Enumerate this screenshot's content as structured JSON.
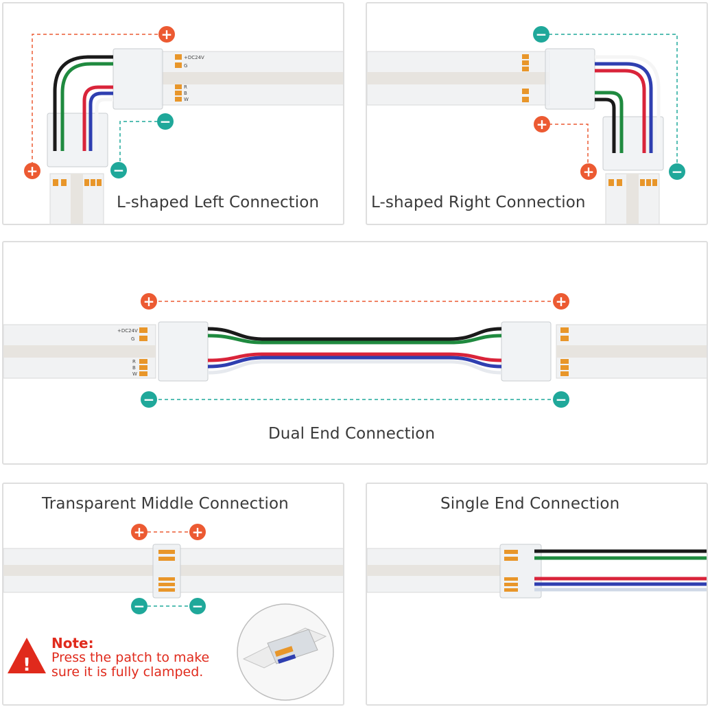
{
  "panels": {
    "l_left": {
      "title": "L-shaped Left Connection"
    },
    "l_right": {
      "title": "L-shaped Right Connection"
    },
    "dual": {
      "title": "Dual End Connection"
    },
    "middle": {
      "title": "Transparent Middle Connection"
    },
    "single": {
      "title": "Single End Connection"
    }
  },
  "note": {
    "heading": "Note:",
    "line1": "Press the patch to make",
    "line2": "sure it is fully clamped."
  },
  "strip_labels": {
    "vplus": "+DC24V",
    "g": "G",
    "r": "R",
    "b": "B",
    "w": "W"
  },
  "symbols": {
    "plus": "+",
    "minus": "−",
    "warning": "!"
  },
  "colors": {
    "positive": "#ec5a32",
    "negative": "#1fa89a",
    "wire_black": "#1a1a1a",
    "wire_green": "#1f8a3f",
    "wire_red": "#d9243a",
    "wire_blue": "#2f3fb0",
    "pad": "#e8962a",
    "note_red": "#e02a1c"
  }
}
